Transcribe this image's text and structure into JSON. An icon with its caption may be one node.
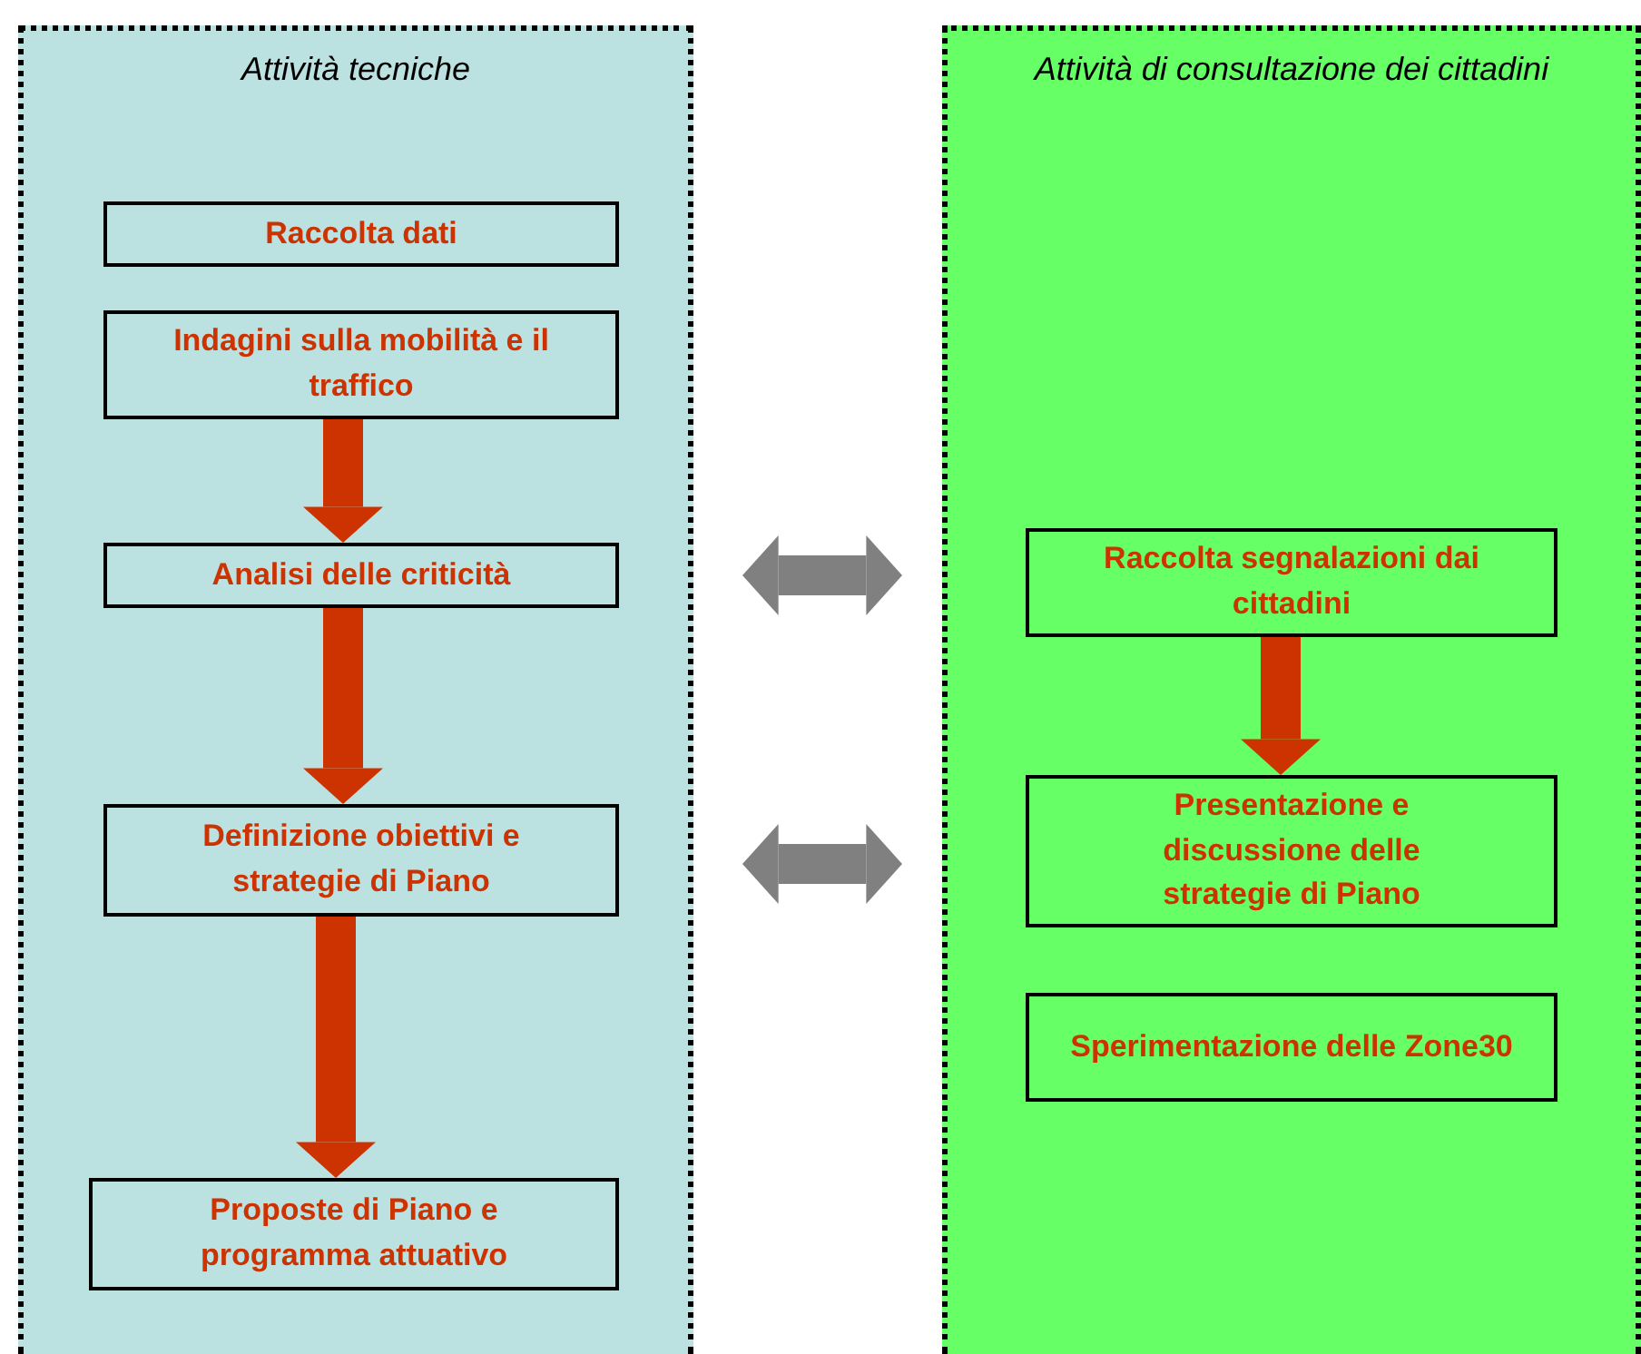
{
  "diagram": {
    "nodes": [
      {
        "text": [
          "Attività tecniche"
        ]
      },
      {
        "text": [
          "Raccolta dati"
        ],
        "in": 0
      },
      {
        "text": [
          "Indagini sulla mobilità e il traffico"
        ],
        "in": 0
      },
      {
        "text": [
          "Analisi delle criticità"
        ],
        "in": 0
      },
      {
        "text": [
          "Definizione obiettivi e strategie di Piano"
        ],
        "in": 0
      },
      {
        "text": [
          "Proposte di Piano e programma attuativo"
        ],
        "in": 0
      },
      {
        "text": [
          "Attività di consultazione dei cittadini"
        ]
      },
      {
        "text": [
          "Raccolta segnalazioni dai cittadini"
        ],
        "in": 6
      },
      {
        "text": [
          "Presentazione e discussione delle strategie di Piano"
        ],
        "in": 6
      },
      {
        "text": [
          "Sperimentazione delle Zone30"
        ],
        "in": 6
      }
    ],
    "edges": [
      {
        "from": 2,
        "to": 3,
        "arrow": "to"
      },
      {
        "from": 3,
        "to": 4,
        "arrow": "to"
      },
      {
        "from": 4,
        "to": 5,
        "arrow": "to"
      },
      {
        "from": 7,
        "to": 8,
        "arrow": "to"
      },
      {
        "from": 3,
        "to": 7,
        "arrow": "both",
        "color": "#808080"
      },
      {
        "from": 4,
        "to": 8,
        "arrow": "both",
        "color": "#808080"
      }
    ]
  }
}
